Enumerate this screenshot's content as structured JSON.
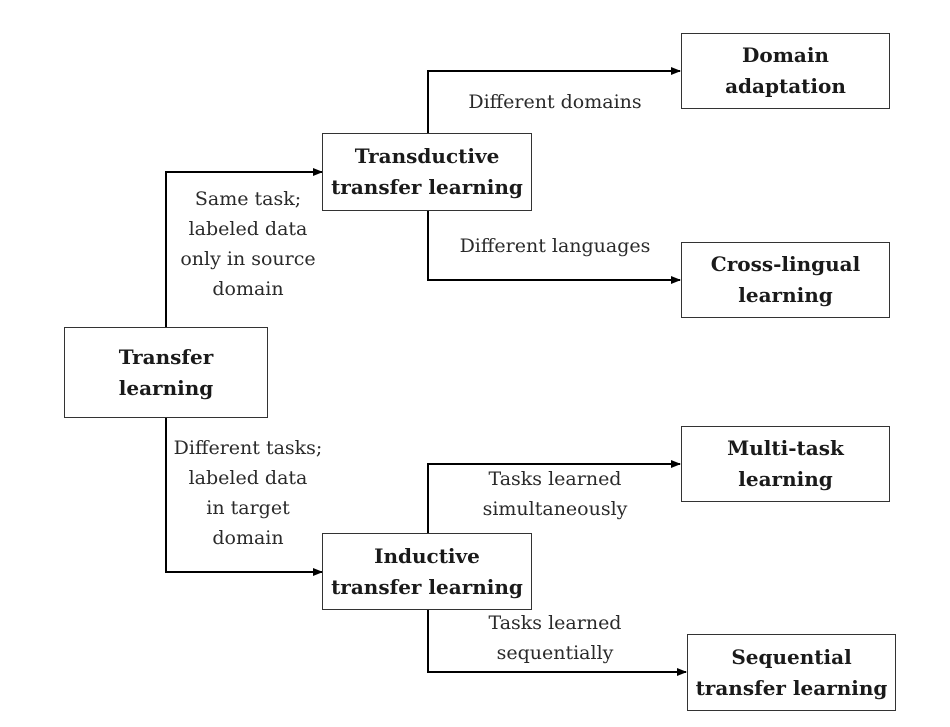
{
  "nodes": {
    "transfer_learning": [
      "Transfer",
      "learning"
    ],
    "transductive": [
      "Transductive",
      "transfer learning"
    ],
    "inductive": [
      "Inductive",
      "transfer learning"
    ],
    "domain_adaptation": [
      "Domain",
      "adaptation"
    ],
    "cross_lingual": [
      "Cross-lingual",
      "learning"
    ],
    "multi_task": [
      "Multi-task",
      "learning"
    ],
    "sequential": [
      "Sequential",
      "transfer learning"
    ]
  },
  "edges": {
    "to_transductive": [
      "Same task;",
      "labeled data",
      "only in source",
      "domain"
    ],
    "to_inductive": [
      "Different tasks;",
      "labeled data",
      "in target",
      "domain"
    ],
    "to_domain_adaptation": [
      "Different domains"
    ],
    "to_cross_lingual": [
      "Different languages"
    ],
    "to_multi_task": [
      "Tasks learned",
      "simultaneously"
    ],
    "to_sequential": [
      "Tasks learned",
      "sequentially"
    ]
  },
  "colors": {
    "line": "#000000",
    "box_border": "#333333",
    "text": "#1a1a1a"
  }
}
